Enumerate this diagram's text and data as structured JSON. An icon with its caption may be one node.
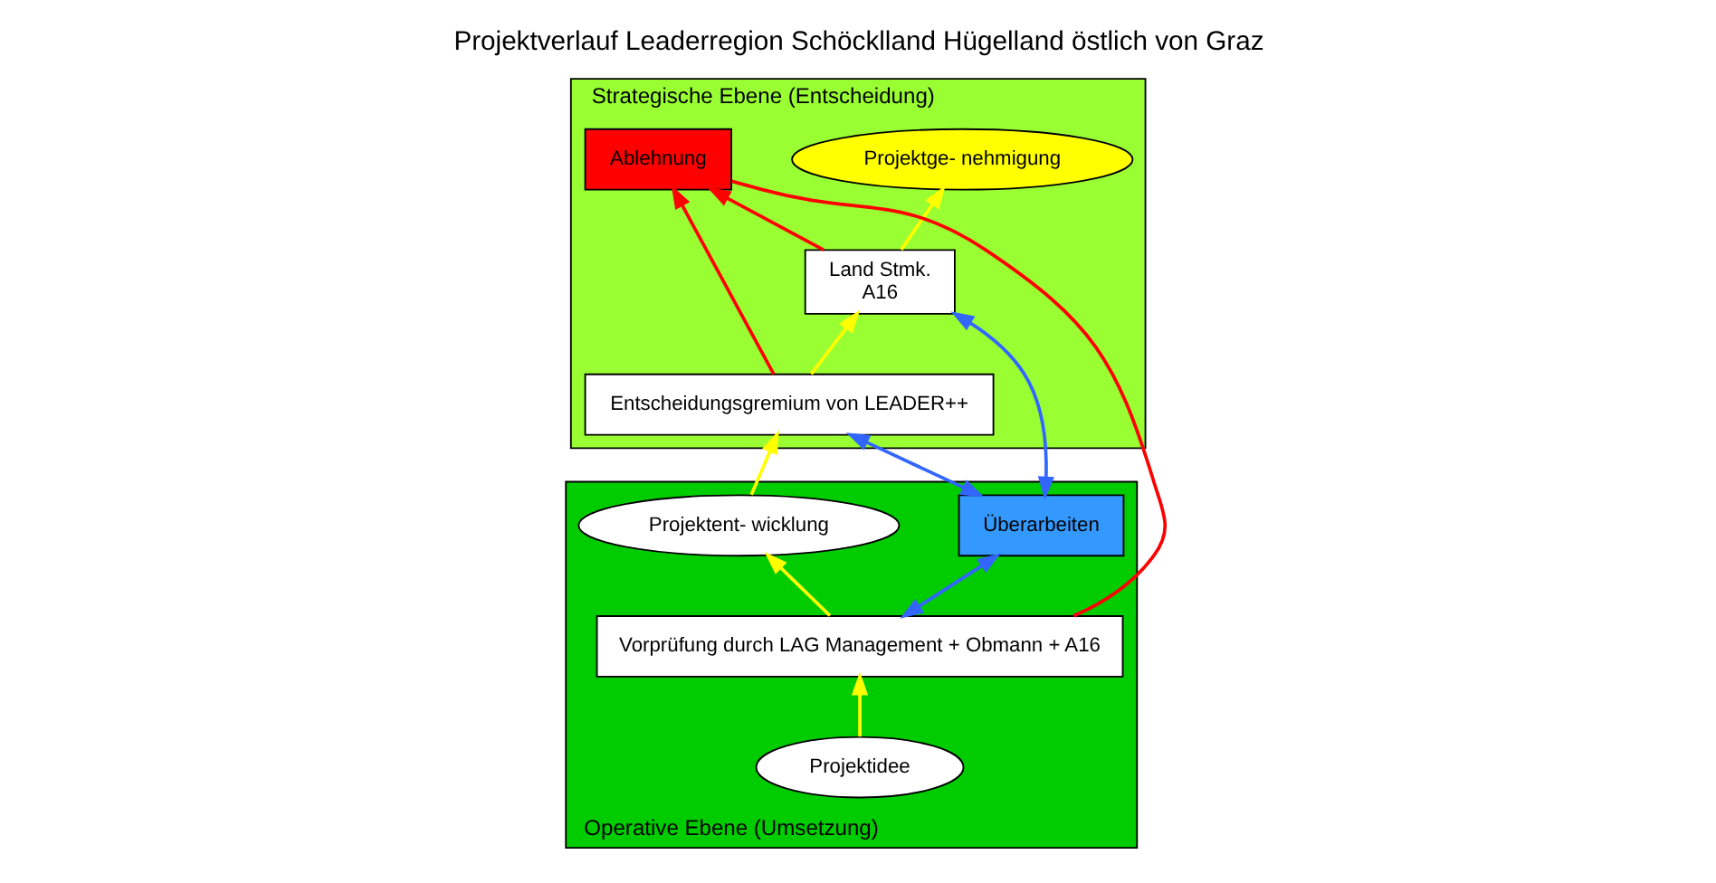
{
  "diagram": {
    "title": "Projektverlauf Leaderregion Schöcklland Hügelland östlich von Graz",
    "nodes": [
      {
        "text": [
          "Strategische Ebene (Entscheidung)"
        ]
      },
      {
        "text": [
          "Land Stmk.",
          "A16"
        ],
        "in": 0
      },
      {
        "text": [
          "Ablehnung"
        ],
        "in": 0
      },
      {
        "text": [
          "Projektge- nehmigung"
        ],
        "in": 0
      },
      {
        "text": [
          "Entscheidungsgremium von LEADER++"
        ],
        "in": 0
      },
      {
        "text": [
          "Operative Ebene (Umsetzung)"
        ]
      },
      {
        "text": [
          "Projektent- wicklung"
        ],
        "in": 5
      },
      {
        "text": [
          "Überarbeiten"
        ],
        "in": 5
      },
      {
        "text": [
          "Vorprüfung durch LAG Management + Obmann + A16"
        ],
        "in": 5
      },
      {
        "text": [
          "Projektidee"
        ],
        "in": 5
      }
    ],
    "edges": [
      {
        "from": 9,
        "to": 8,
        "arrow": "to",
        "color": "#ffff00"
      },
      {
        "from": 8,
        "to": 6,
        "arrow": "to",
        "color": "#ffff00"
      },
      {
        "from": 6,
        "to": 4,
        "arrow": "to",
        "color": "#ffff00"
      },
      {
        "from": 4,
        "to": 1,
        "arrow": "to",
        "color": "#ffff00"
      },
      {
        "from": 1,
        "to": 3,
        "arrow": "to",
        "color": "#ffff00"
      },
      {
        "from": 1,
        "to": 2,
        "arrow": "to",
        "color": "#ff0000"
      },
      {
        "from": 4,
        "to": 2,
        "arrow": "to",
        "color": "#ff0000"
      },
      {
        "from": 8,
        "to": 2,
        "arrow": "none",
        "color": "#ff0000"
      },
      {
        "from": 7,
        "to": 4,
        "arrow": "both",
        "color": "#3366ff"
      },
      {
        "from": 7,
        "to": 1,
        "arrow": "both",
        "color": "#3366ff"
      },
      {
        "from": 8,
        "to": 7,
        "arrow": "both",
        "color": "#3366ff"
      }
    ]
  }
}
